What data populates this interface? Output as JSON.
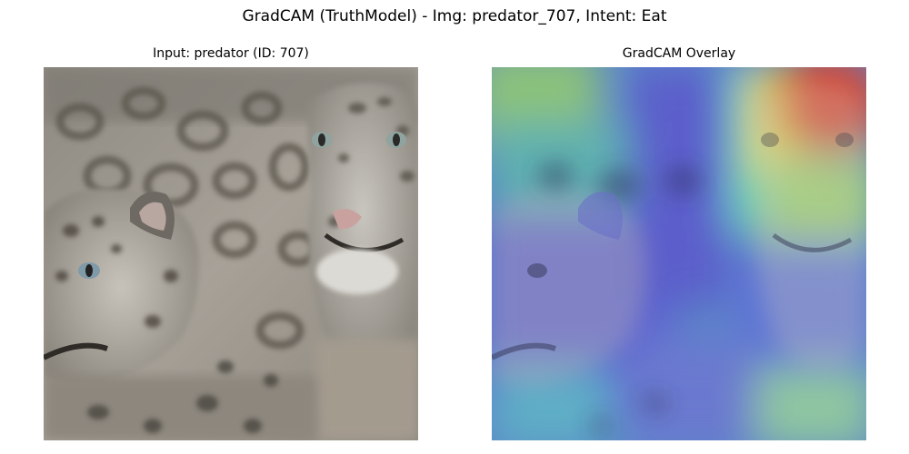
{
  "figure": {
    "suptitle": "GradCAM (TruthModel) - Img: predator_707, Intent: Eat"
  },
  "panels": [
    {
      "title": "Input: predator (ID: 707)",
      "image_subject": "snow leopards photograph"
    },
    {
      "title": "GradCAM Overlay",
      "image_subject": "snow leopards photograph with GradCAM heatmap overlay"
    }
  ],
  "colors": {
    "fur_light": "#b8b6ae",
    "fur_dark": "#5f5a52",
    "spot": "#4a4640",
    "heat_high": "#d9442e",
    "heat_mid": "#e8e04a",
    "heat_low": "#4b4fd0",
    "heat_teal": "#39a6b4"
  }
}
